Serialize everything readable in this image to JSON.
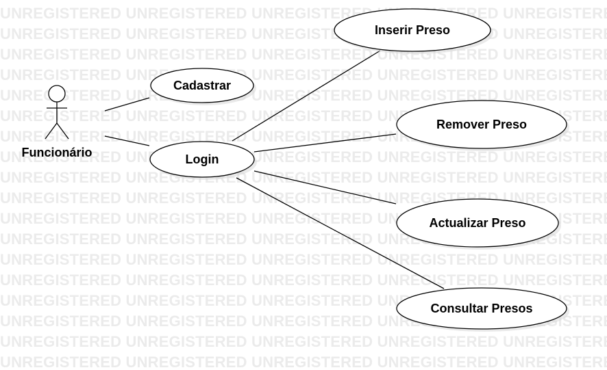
{
  "watermark": {
    "text": "UNREGISTERED"
  },
  "actor": {
    "name": "Funcionário"
  },
  "use_cases": {
    "cadastrar": "Cadastrar",
    "login": "Login",
    "inserir": "Inserir Preso",
    "remover": "Remover Preso",
    "actualizar": "Actualizar Preso",
    "consultar": "Consultar Presos"
  }
}
